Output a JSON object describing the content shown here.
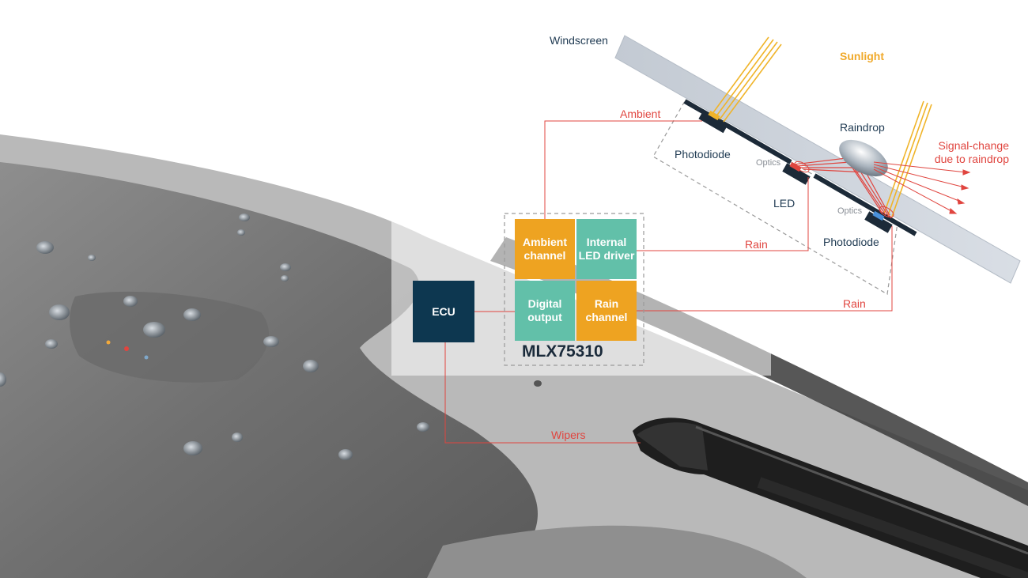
{
  "labels": {
    "windscreen": "Windscreen",
    "sunlight": "Sunlight",
    "ambient": "Ambient",
    "raindrop": "Raindrop",
    "photodiode_top": "Photodiode",
    "photodiode_bottom": "Photodiode",
    "optics_top": "Optics",
    "optics_bottom": "Optics",
    "led": "LED",
    "signal_change": "Signal-change\ndue to raindrop",
    "rain_upper": "Rain",
    "rain_lower": "Rain",
    "wipers": "Wipers"
  },
  "chip": {
    "name": "MLX75310",
    "ambient_channel": "Ambient channel",
    "led_driver": "Internal LED driver",
    "digital_output": "Digital output",
    "rain_channel": "Rain channel"
  },
  "ecu": "ECU",
  "colors": {
    "navy": "#0d3750",
    "orange": "#eea321",
    "teal": "#62c0a9",
    "red_line": "#e0453f",
    "sunlight": "#f0b429"
  }
}
